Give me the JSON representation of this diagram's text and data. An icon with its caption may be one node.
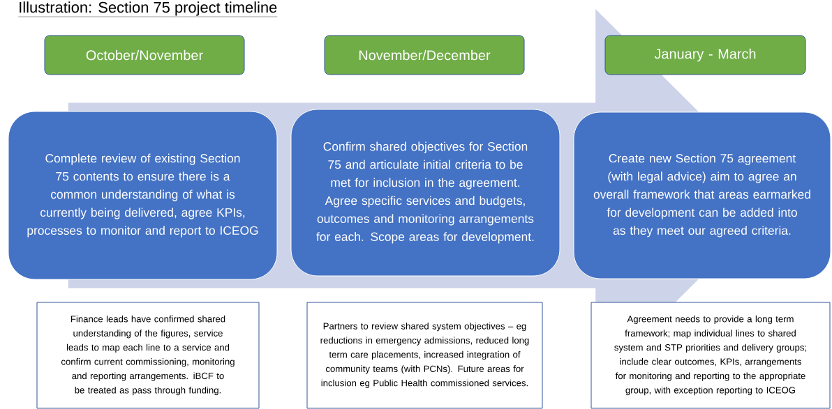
{
  "diagram": {
    "title": "Illustration: Section 75 project timeline",
    "nodes": [
      {
        "text": [
          "October/November"
        ]
      },
      {
        "text": [
          "November/December"
        ]
      },
      {
        "text": [
          "January - March"
        ]
      },
      {
        "text": [
          "Complete review of existing Section 75 contents to ensure there is a common understanding of what is currently being delivered, agree KPIs, processes to monitor and report to ICEOG"
        ]
      },
      {
        "text": [
          "Confirm shared objectives for Section 75 and articulate initial criteria to be met for inclusion in the agreement. Agree specific services and budgets, outcomes and monitoring arrangements for each. Scope areas for development."
        ]
      },
      {
        "text": [
          "Create new Section 75 agreement (with legal advice) aim to agree an overall framework that areas earmarked for development can be added into as they meet our agreed criteria."
        ]
      },
      {
        "text": [
          "Finance leads have confirmed shared understanding of the figures, service leads to map each line to a service and confirm current commissioning, monitoring and reporting arrangements. iBCF to be treated as pass through funding."
        ]
      },
      {
        "text": [
          "Partners to review shared system objectives – eg reductions in emergency admissions, reduced long term care placements, increased integration of community teams (with PCNs). Future areas for inclusion eg Public Health commissioned services."
        ]
      },
      {
        "text": [
          "Agreement needs to provide a long term framework; map individual lines to shared system and STP priorities and delivery groups; include clear outcomes, KPIs, arrangements for monitoring and reporting to the appropriate group, with exception reporting to ICEOG"
        ]
      }
    ],
    "edges": [
      {
        "from": 3,
        "to": 5,
        "arrow": "to",
        "style": "thick",
        "color": "#cdd3e8"
      }
    ]
  }
}
